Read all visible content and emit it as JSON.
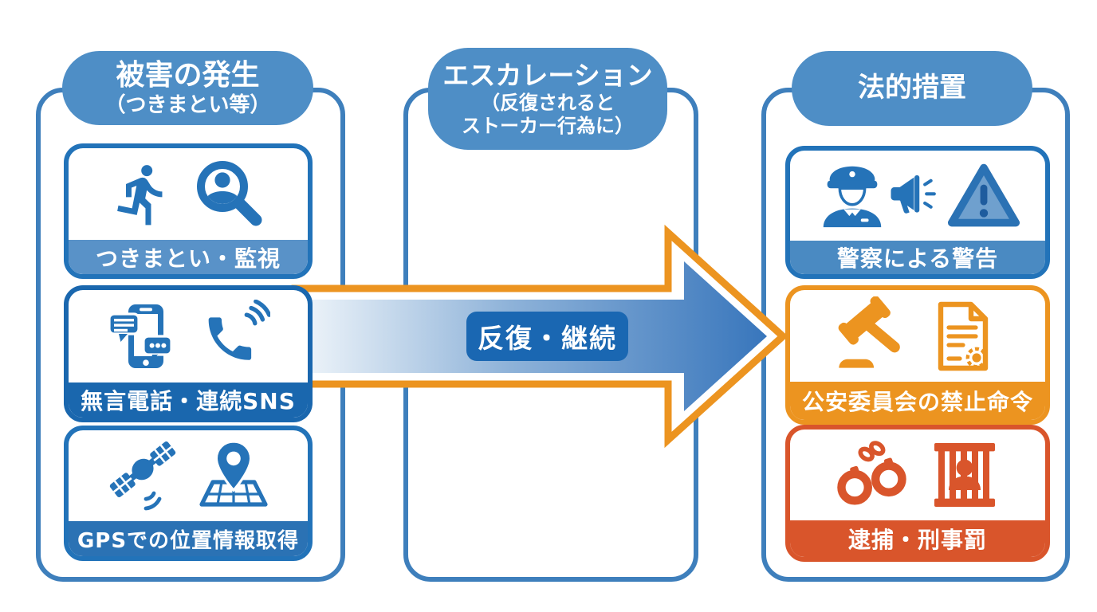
{
  "diagram_title": "stalker-escalation-flow",
  "colors": {
    "column_border": "#3E7FBC",
    "header_pill_blue": "#4E8EC6",
    "card_border_blue": "#2273B9",
    "card_border_dark_blue": "#1A67AE",
    "bar_light_blue": "#5992C8",
    "bar_mid_blue": "#2B72B4",
    "bar_police_blue": "#4A8AC2",
    "accent_orange": "#EC9420",
    "accent_red_orange": "#D9552B",
    "arrow_border_orange": "#EC9420",
    "arrow_gradient_start": "#F2F7FB",
    "arrow_gradient_end": "#3876BC",
    "arrow_label_bg": "#1A67B2"
  },
  "columns": {
    "damage": {
      "title": "被害の発生",
      "subtitle": "（つきまとい等）",
      "cards": [
        {
          "label": "つきまとい・監視",
          "icons": [
            "walking-person-icon",
            "magnifier-person-icon"
          ]
        },
        {
          "label": "無言電話・連続SNS",
          "icons": [
            "phone-chat-icon",
            "handset-waves-icon"
          ]
        },
        {
          "label": "GPSでの位置情報取得",
          "icons": [
            "satellite-icon",
            "map-pin-icon"
          ]
        }
      ]
    },
    "escalation": {
      "title": "エスカレーション",
      "subtitle_line1": "（反復されると",
      "subtitle_line2": "ストーカー行為に）"
    },
    "legal": {
      "title": "法的措置",
      "cards": [
        {
          "label": "警察による警告",
          "icons": [
            "police-officer-icon",
            "megaphone-icon",
            "warning-triangle-icon"
          ]
        },
        {
          "label": "公安委員会の禁止命令",
          "icons": [
            "gavel-icon",
            "document-seal-icon"
          ]
        },
        {
          "label": "逮捕・刑事罰",
          "icons": [
            "handcuffs-icon",
            "jail-bars-icon"
          ]
        }
      ]
    }
  },
  "arrow": {
    "label": "反復・継続"
  }
}
